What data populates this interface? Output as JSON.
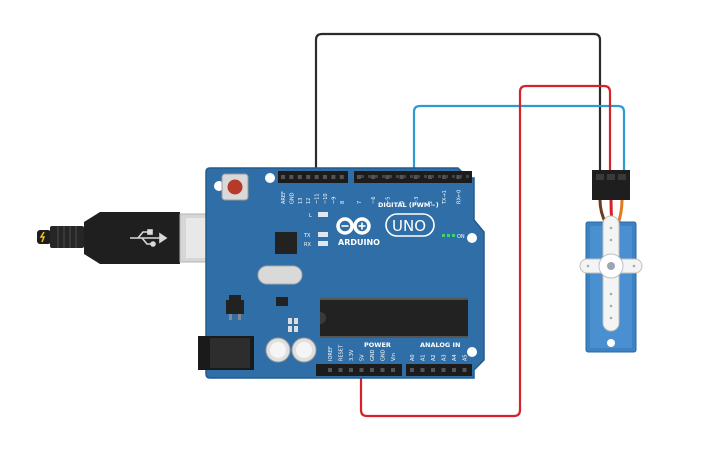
{
  "colors": {
    "board": "#2f6ea6",
    "board_edge": "#245b8b",
    "wire_black": "#2b2b2b",
    "wire_red": "#d4232b",
    "wire_blue": "#2d9bd2",
    "wire_orange": "#e07b1f",
    "servo_body": "#3d82c4",
    "on_led": "#3fd36b"
  },
  "board": {
    "brand": "ARDUINO",
    "model": "UNO",
    "digital_label": "DIGITAL (PWM~)",
    "power_label": "POWER",
    "analog_label": "ANALOG IN",
    "on_label": "ON",
    "led_l": "L",
    "led_tx": "TX",
    "led_rx": "RX",
    "top_pins": [
      "AREF",
      "GND",
      "13",
      "12",
      "~11",
      "~10",
      "~9",
      "8",
      "7",
      "~6",
      "~5",
      "4",
      "~3",
      "2",
      "TX→1",
      "RX←0"
    ],
    "power_pins": [
      "IOREF",
      "RESET",
      "3.3V",
      "5V",
      "GND",
      "GND",
      "Vin"
    ],
    "analog_pins": [
      "A0",
      "A1",
      "A2",
      "A3",
      "A4",
      "A5"
    ]
  },
  "icons": {
    "usb": "usb-icon",
    "logo": "arduino-infinity-icon"
  }
}
